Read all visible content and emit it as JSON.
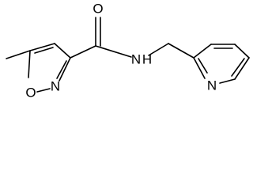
{
  "molecule": {
    "atoms": {
      "carbonyl_oxygen": "O",
      "amide_nitrogen": "N",
      "amide_hydrogen": "H",
      "isoxazole_nitrogen": "N",
      "isoxazole_oxygen": "O",
      "pyridine_nitrogen": "N"
    }
  },
  "colors": {
    "bond": "#000000",
    "text": "#000000",
    "background": "#ffffff"
  }
}
